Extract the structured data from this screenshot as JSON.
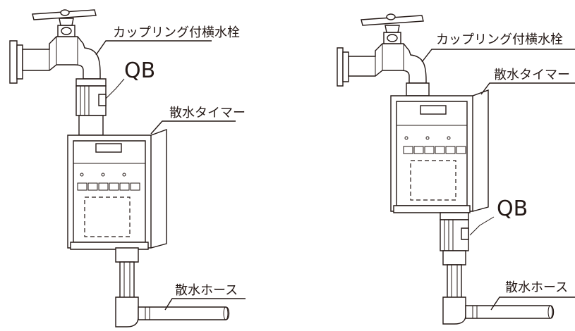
{
  "left": {
    "faucet_label": "カップリング付横水栓",
    "qb_label": "QB",
    "timer_label": "散水タイマー",
    "hose_label": "散水ホース"
  },
  "right": {
    "faucet_label": "カップリング付横水栓",
    "timer_label": "散水タイマー",
    "qb_label": "QB",
    "hose_label": "散水ホース"
  },
  "colors": {
    "ink": "#231815",
    "background": "#ffffff"
  }
}
